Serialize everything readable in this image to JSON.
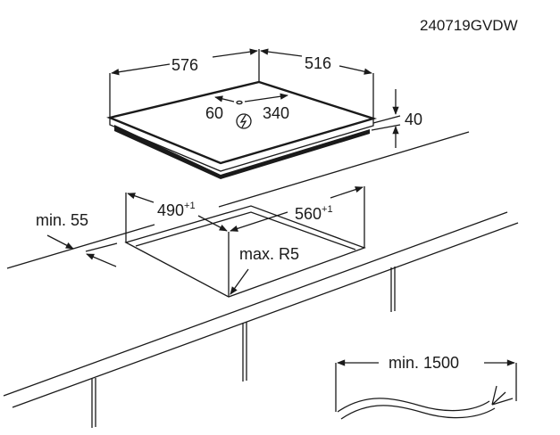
{
  "drawing_code": "240719GVDW",
  "hob": {
    "width": "576",
    "depth": "516",
    "height": "40",
    "connection_left": "60",
    "connection_right": "340",
    "icon": "electric-connection-icon"
  },
  "cutout": {
    "depth": "490",
    "depth_tolerance": "+1",
    "width": "560",
    "width_tolerance": "+1",
    "edge_distance": "min. 55",
    "corner_radius": "max. R5"
  },
  "cable": {
    "length": "min. 1500"
  },
  "colors": {
    "line": "#1a1a1a",
    "background": "#ffffff"
  }
}
